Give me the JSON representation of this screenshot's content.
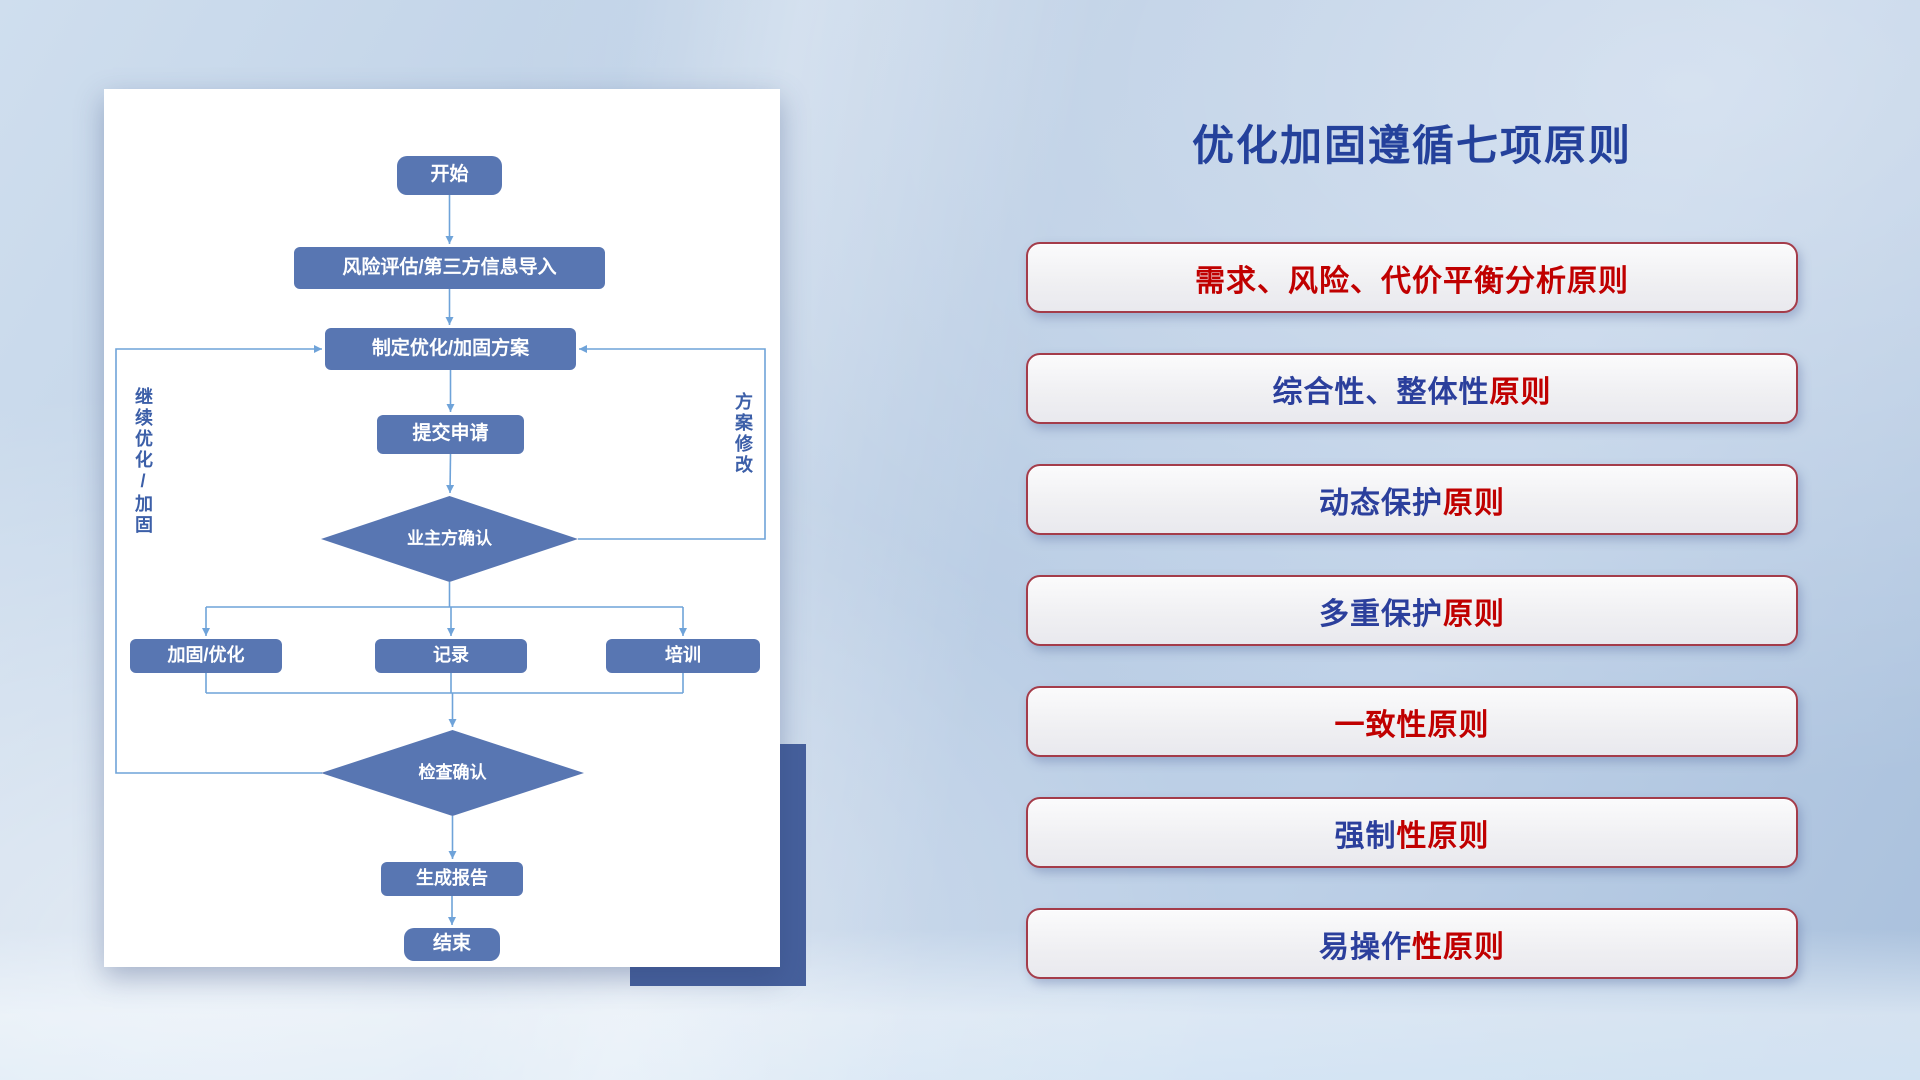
{
  "slide": {
    "title": "优化加固遵循七项原则"
  },
  "flowchart": {
    "nodes": {
      "start": "开始",
      "risk": "风险评估/第三方信息导入",
      "plan": "制定优化/加固方案",
      "submit": "提交申请",
      "owner_confirm": "业主方确认",
      "harden": "加固/优化",
      "record": "记录",
      "train": "培训",
      "check_confirm": "检查确认",
      "report": "生成报告",
      "end": "结束"
    },
    "labels": {
      "left_loop": "继续优化/加固",
      "right_loop": "方案修改"
    }
  },
  "principles": {
    "items": [
      {
        "blue": "",
        "red": "需求、风险、代价平衡分析原则"
      },
      {
        "blue": "综合性、整体性",
        "red": "原则"
      },
      {
        "blue": "动态保护",
        "red": "原则"
      },
      {
        "blue": "多重保护",
        "red": "原则"
      },
      {
        "blue": "",
        "red": "一致性原则"
      },
      {
        "blue": "强制",
        "red": "性原则"
      },
      {
        "blue": "易操作",
        "red": "性原则"
      }
    ]
  },
  "colors": {
    "title_blue": "#24419b",
    "principle_red": "#c00000",
    "principle_blue": "#2b3f9c",
    "node_fill": "#5876b2",
    "connector_blue": "#6fa3d9",
    "shadow_box": "#46609c",
    "pill_border": "#a43c4a"
  }
}
